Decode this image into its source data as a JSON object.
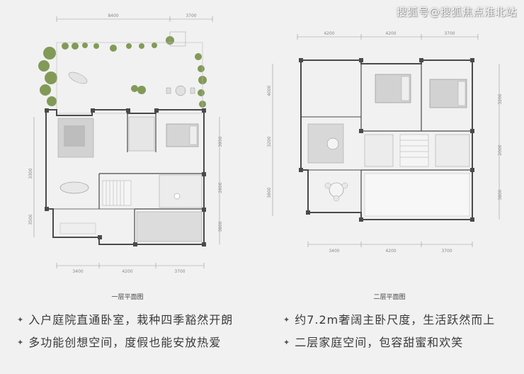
{
  "watermark": "搜狐号@搜狐焦点淮北站",
  "plan_left": {
    "caption": "一层平面图",
    "dims_top": [
      "8400",
      "3700"
    ],
    "dims_bottom": [
      "3400",
      "4200",
      "3700"
    ],
    "dims_left": [
      "3300",
      "3500"
    ],
    "dims_right": [
      "3950",
      "2800",
      "3800"
    ]
  },
  "plan_right": {
    "caption": "二层平面图",
    "dims_top": [
      "4200",
      "4200",
      "3700"
    ],
    "dims_bottom": [
      "3400",
      "4200",
      "3700"
    ],
    "dims_left": [
      "4000",
      "3200",
      "3800"
    ],
    "dims_right": [
      "3200",
      "2000",
      "3800"
    ]
  },
  "features_left": [
    "入户庭院直通卧室，栽种四季豁然开朗",
    "多功能创想空间，度假也能安放热爱"
  ],
  "features_right": [
    "约7.2m奢阔主卧尺度，生活跃然而上",
    "二层家庭空间，包容甜蜜和欢笑"
  ],
  "colors": {
    "background": "#f1f1f1",
    "wall": "#4a4a4a",
    "plant": "#6f8c3e",
    "furniture": "#d2d2d2"
  }
}
